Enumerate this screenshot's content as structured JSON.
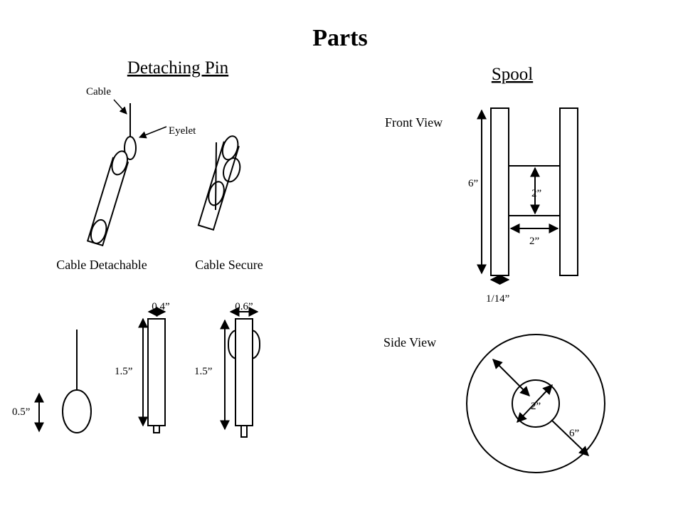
{
  "title": "Parts",
  "detaching_pin": {
    "heading": "Detaching Pin",
    "callouts": {
      "cable": "Cable",
      "eyelet": "Eyelet"
    },
    "states": {
      "detachable": "Cable Detachable",
      "secure": "Cable Secure"
    },
    "dimensions": {
      "eyelet_height": "0.5”",
      "pin_width_a": "0.4”",
      "pin_length_a": "1.5”",
      "pin_width_b": "0.6”",
      "pin_length_b": "1.5”"
    }
  },
  "spool": {
    "heading": "Spool",
    "front_view": {
      "label": "Front View",
      "height": "6”",
      "hub_height": "2”",
      "hub_width": "2”",
      "flange_thickness": "1/14”"
    },
    "side_view": {
      "label": "Side View",
      "inner_diameter": "2”",
      "outer_diameter": "6”"
    }
  }
}
